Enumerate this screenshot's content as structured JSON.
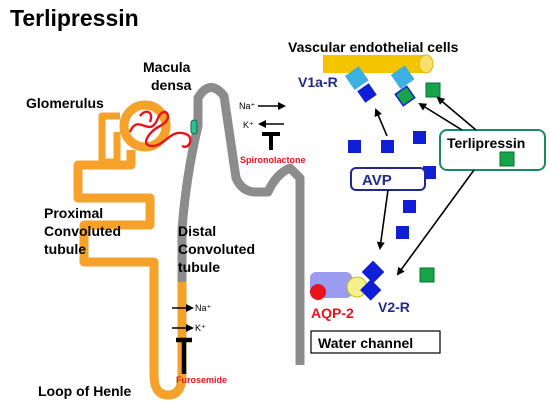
{
  "title": "Terlipressin",
  "labels": {
    "vascular_endothelial_cells": "Vascular endothelial cells",
    "macula_densa_1": "Macula",
    "macula_densa_2": "densa",
    "glomerulus": "Glomerulus",
    "proximal_1": "Proximal",
    "proximal_2": "Convoluted",
    "proximal_3": "tubule",
    "distal_1": "Distal",
    "distal_2": "Convoluted",
    "distal_3": "tubule",
    "loop_of_henle": "Loop of Henle",
    "v1a_receptor": "V1a-R",
    "v2_receptor": "V2-R",
    "avp": "AVP",
    "terlipressin_box": "Terlipressin",
    "aqp2": "AQP-2",
    "water_channel": "Water channel",
    "spironolactone": "Spironolactone",
    "furosemide": "Furosemide",
    "na_ion": "Na⁺",
    "k_ion": "K⁺"
  },
  "colors": {
    "tubule_orange": "#f5a12a",
    "tubule_gray": "#8c8c8c",
    "glomerulus_red": "#e8141c",
    "vessel_yellow": "#f5c400",
    "receptor_cyan": "#3cb0e0",
    "avp_blue": "#0f1fd6",
    "terlipressin_green": "#17a34a",
    "box_teal": "#1a8a6a",
    "label_navy": "#1f2a8a",
    "drug_red": "#e8141c",
    "aqp_lilac": "#9b9bf0"
  }
}
